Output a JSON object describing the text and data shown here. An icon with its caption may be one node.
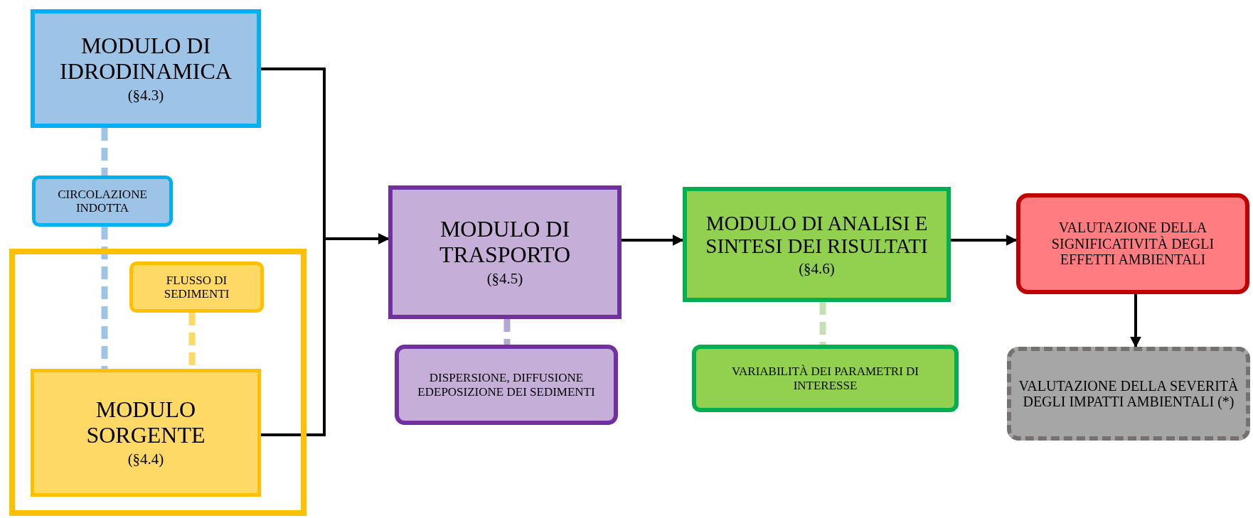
{
  "diagram": {
    "nodes": [
      {
        "text": [
          "MODULO DI IDRODINAMICA",
          "(§4.3)"
        ]
      },
      {
        "text": [
          "CIRCOLAZIONE INDOTTA"
        ]
      },
      {
        "text": [],
        "shape": "box"
      },
      {
        "text": [
          "FLUSSO DI SEDIMENTI"
        ],
        "in": 2
      },
      {
        "text": [
          "MODULO SORGENTE",
          "(§4.4)"
        ],
        "in": 2
      },
      {
        "text": [
          "MODULO DI TRASPORTO",
          "(§4.5)"
        ]
      },
      {
        "text": [
          "DISPERSIONE, DIFFUSIONE EDEPOSIZIONE DEI SEDIMENTI"
        ]
      },
      {
        "text": [
          "MODULO DI ANALISI E SINTESI DEI RISULTATI",
          "(§4.6)"
        ]
      },
      {
        "text": [
          "VARIABILITÀ DEI PARAMETRI DI INTERESSE"
        ]
      },
      {
        "text": [
          "VALUTAZIONE DELLA SIGNIFICATIVITÀ DEGLI EFFETTI AMBIENTALI"
        ]
      },
      {
        "text": [
          "VALUTAZIONE DELLA SEVERITÀ DEGLI IMPATTI AMBIENTALI (*)"
        ]
      }
    ],
    "edges": [
      {
        "from": 0,
        "to": 5,
        "arrow": "to"
      },
      {
        "from": 4,
        "to": 5,
        "arrow": "to"
      },
      {
        "from": 5,
        "to": 7,
        "arrow": "to"
      },
      {
        "from": 7,
        "to": 9,
        "arrow": "to"
      },
      {
        "from": 9,
        "to": 10,
        "arrow": "to"
      },
      {
        "from": 0,
        "to": 1,
        "arrow": "none",
        "style": "dashed",
        "color": "#9dc3e6"
      },
      {
        "from": 1,
        "to": 4,
        "arrow": "none",
        "style": "dashed",
        "color": "#9dc3e6"
      },
      {
        "from": 3,
        "to": 4,
        "arrow": "none",
        "style": "dashed",
        "color": "#ffd966"
      },
      {
        "from": 5,
        "to": 6,
        "arrow": "none",
        "style": "dashed",
        "color": "#b4a7d6"
      },
      {
        "from": 7,
        "to": 8,
        "arrow": "none",
        "style": "dashed",
        "color": "#c5e0b4"
      }
    ]
  }
}
